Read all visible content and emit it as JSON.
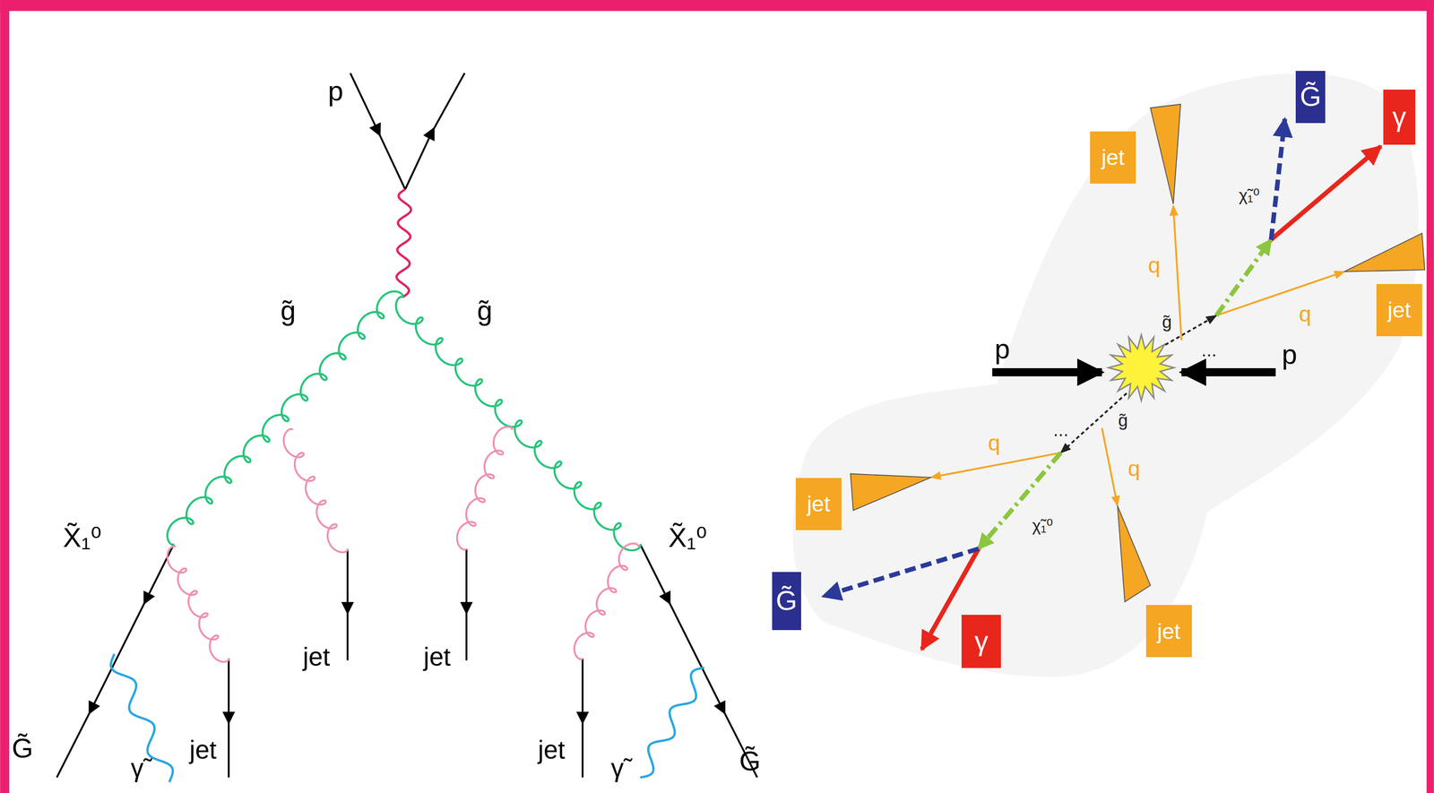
{
  "diagram": {
    "nodes": [
      {
        "text": [
          "G̃"
        ]
      },
      {
        "text": [
          "γ"
        ]
      },
      {
        "text": [
          "jet"
        ]
      },
      {
        "text": [
          "jet"
        ]
      },
      {
        "text": [
          "jet"
        ]
      },
      {
        "text": [
          "G̃"
        ]
      },
      {
        "text": [
          "jet"
        ]
      },
      {
        "text": [
          "γ"
        ]
      }
    ],
    "labels": [
      "p",
      "g̃",
      "g̃",
      "X̃₁⁰",
      "X̃₁⁰",
      "jet",
      "jet",
      "jet",
      "jet",
      "G̃",
      "γ̃",
      "γ̃",
      "G̃",
      "p",
      "p",
      "g̃",
      "g̃",
      "...",
      "...",
      "q",
      "q",
      "q",
      "q",
      "χ̃₁⁰",
      "χ̃₁⁰"
    ]
  }
}
